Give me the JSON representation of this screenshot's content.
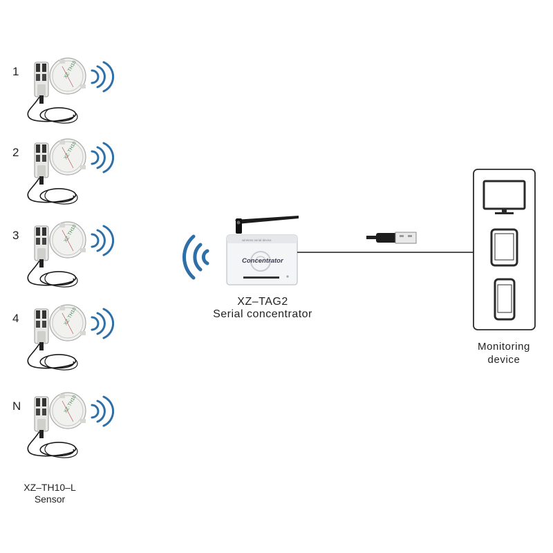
{
  "sensors": {
    "items": [
      {
        "number": "1"
      },
      {
        "number": "2"
      },
      {
        "number": "3"
      },
      {
        "number": "4"
      },
      {
        "number": "N"
      }
    ],
    "label_line1": "XZ–TH10–L",
    "label_line2": "Sensor"
  },
  "concentrator": {
    "device_text": "Concentrator",
    "label_line1": "XZ–TAG2",
    "label_line2": "Serial concentrator"
  },
  "monitor": {
    "label_line1": "Monitoring",
    "label_line2": "device"
  },
  "colors": {
    "wave_blue": "#2f6fa8",
    "line": "#1a1a1a",
    "device_white": "#f4f5f7",
    "frame": "#2a2a2a"
  }
}
